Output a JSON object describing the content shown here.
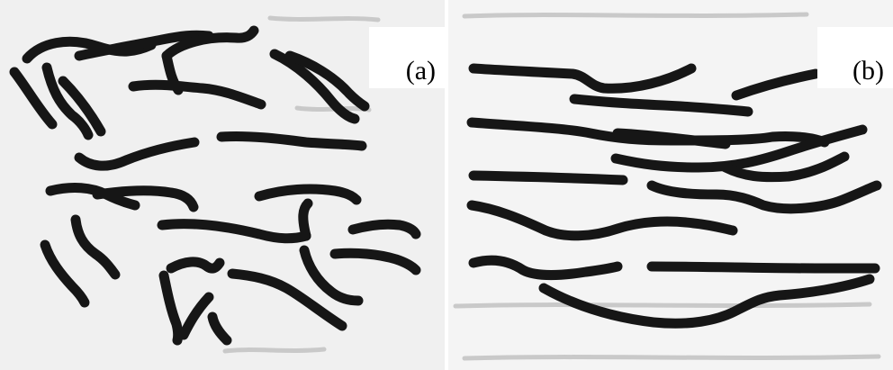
{
  "figure": {
    "panels": [
      {
        "id": "a",
        "label": "(a)"
      },
      {
        "id": "b",
        "label": "(b)"
      }
    ],
    "colors": {
      "strand": "#161616",
      "background_a": "#f0f0f0",
      "background_b": "#f4f4f4",
      "label_box": "#ffffff"
    }
  }
}
